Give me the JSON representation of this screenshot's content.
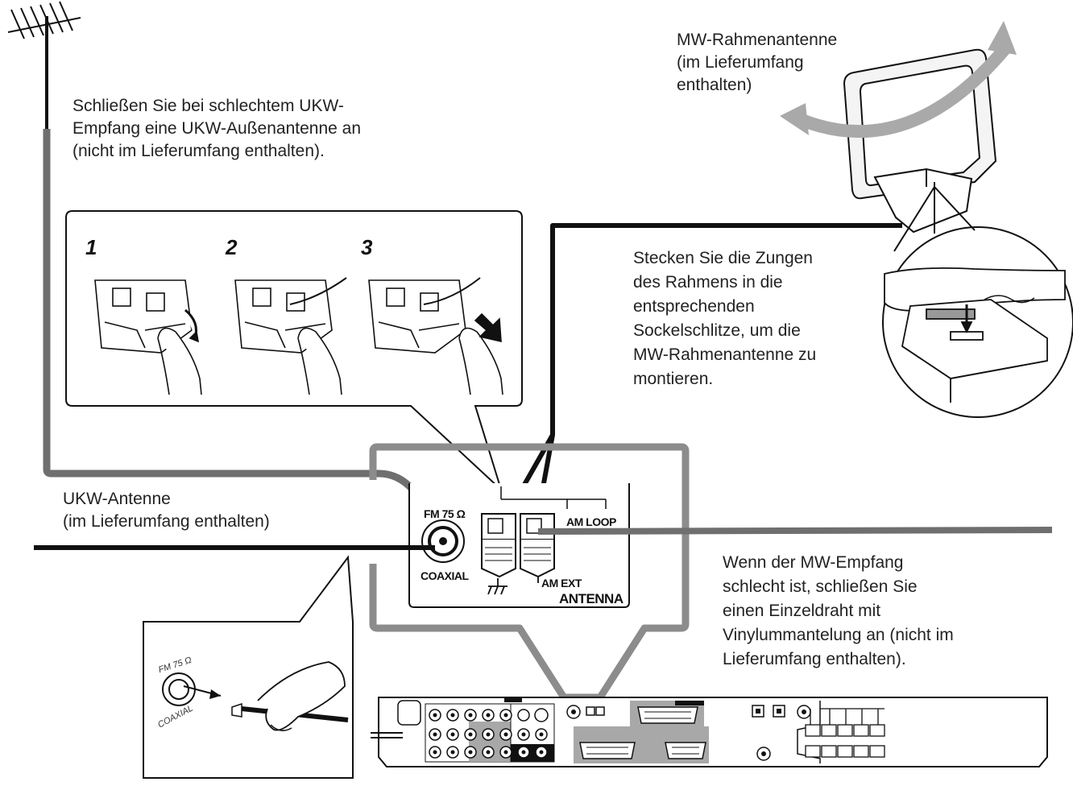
{
  "captions": {
    "fm_outdoor": "Schließen Sie bei schlechtem UKW-\nEmpfang eine UKW-Außenantenne an\n(nicht im Lieferumfang enthalten).",
    "am_loop": "MW-Rahmenantenne\n(im Lieferumfang\nenthalten)",
    "assemble": "Stecken Sie die Zungen\ndes Rahmens in die\nentsprechenden\nSockelschlitze, um die\nMW-Rahmenantenne zu\nmontieren.",
    "fm_antenna": "UKW-Antenne\n(im Lieferumfang enthalten)",
    "am_wire": "Wenn der MW-Empfang\nschlecht ist, schließen Sie\neinen Einzeldraht mit\nVinylummantelung an (nicht im\nLieferumfang enthalten)."
  },
  "steps": [
    "1",
    "2",
    "3"
  ],
  "panel": {
    "fm_label": "FM 75 Ω",
    "coaxial": "COAXIAL",
    "am_loop": "AM LOOP",
    "am_ext": "AM EXT",
    "antenna": "ANTENNA"
  },
  "inset": {
    "fm_label": "FM 75 Ω",
    "coaxial": "COAXIAL"
  },
  "colors": {
    "line": "#111111",
    "gray_frame": "#8c8c8c",
    "arrow": "#a9a9a9"
  }
}
